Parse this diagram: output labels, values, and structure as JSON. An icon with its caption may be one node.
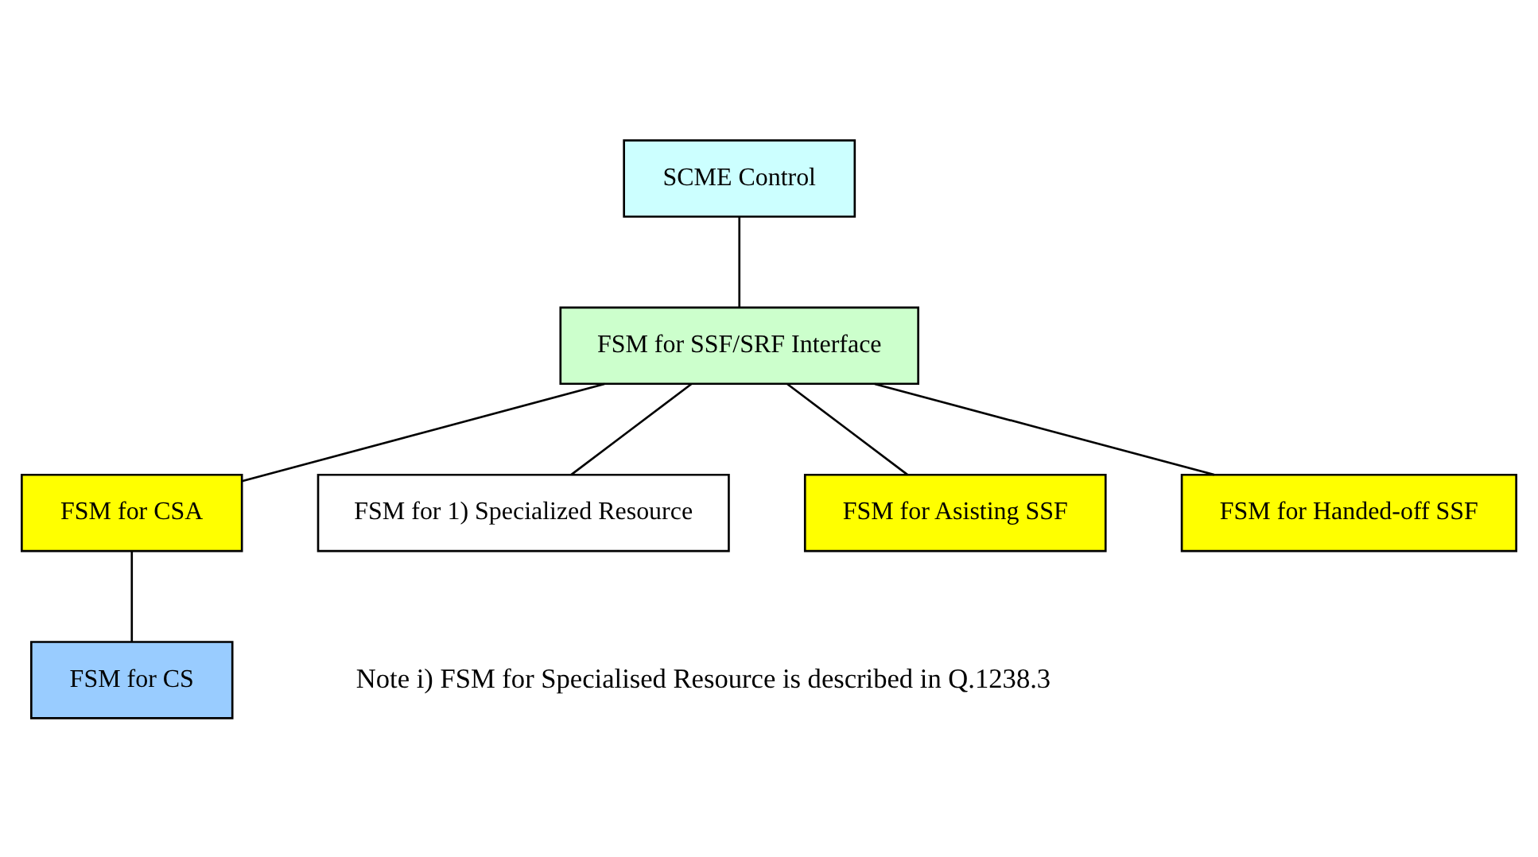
{
  "diagram": {
    "nodes": [
      {
        "text": [
          "SCME Control"
        ]
      },
      {
        "text": [
          "FSM for SSF/SRF Interface"
        ]
      },
      {
        "text": [
          "FSM for CSA"
        ]
      },
      {
        "text": [
          "FSM for 1) Specialized Resource"
        ]
      },
      {
        "text": [
          "FSM for Asisting SSF"
        ]
      },
      {
        "text": [
          "FSM for Handed-off SSF"
        ]
      },
      {
        "text": [
          "FSM for CS"
        ]
      }
    ],
    "edges": [
      {
        "from": 0,
        "to": 1,
        "arrow": "none"
      },
      {
        "from": 1,
        "to": 2,
        "arrow": "none"
      },
      {
        "from": 1,
        "to": 3,
        "arrow": "none"
      },
      {
        "from": 1,
        "to": 4,
        "arrow": "none"
      },
      {
        "from": 1,
        "to": 5,
        "arrow": "none"
      },
      {
        "from": 2,
        "to": 6,
        "arrow": "none"
      }
    ],
    "labels": [
      "Note i) FSM for Specialised Resource is described in Q.1238.3"
    ]
  }
}
